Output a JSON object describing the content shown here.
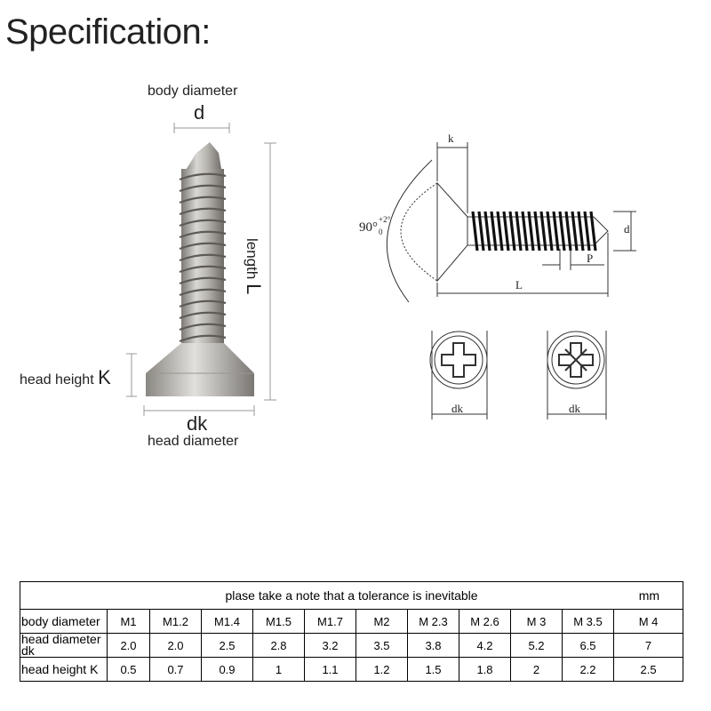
{
  "title": "Specification:",
  "photo": {
    "body_diameter_label": "body diameter",
    "d_label": "d",
    "length_label": "length",
    "L_label": "L",
    "head_height_label": "head height",
    "K_label": "K",
    "dk_label": "dk",
    "head_diameter_label": "head diameter"
  },
  "drawing": {
    "k": "k",
    "angle": "90°",
    "angle_tol_upper": "+2°",
    "angle_tol_lower": "0",
    "d": "d",
    "P": "P",
    "L": "L",
    "dk_left": "dk",
    "dk_right": "dk"
  },
  "table": {
    "note": "plase take a note that a tolerance is inevitable",
    "unit": "mm",
    "rows": [
      {
        "label": "body diameter",
        "values": [
          "M1",
          "M1.2",
          "M1.4",
          "M1.5",
          "M1.7",
          "M2",
          "M 2.3",
          "M 2.6",
          "M 3",
          "M 3.5",
          "M 4"
        ]
      },
      {
        "label": "head diameter dk",
        "values": [
          "2.0",
          "2.0",
          "2.5",
          "2.8",
          "3.2",
          "3.5",
          "3.8",
          "4.2",
          "5.2",
          "6.5",
          "7"
        ]
      },
      {
        "label": "head height K",
        "values": [
          "0.5",
          "0.7",
          "0.9",
          "1",
          "1.1",
          "1.2",
          "1.5",
          "1.8",
          "2",
          "2.2",
          "2.5"
        ]
      }
    ]
  }
}
